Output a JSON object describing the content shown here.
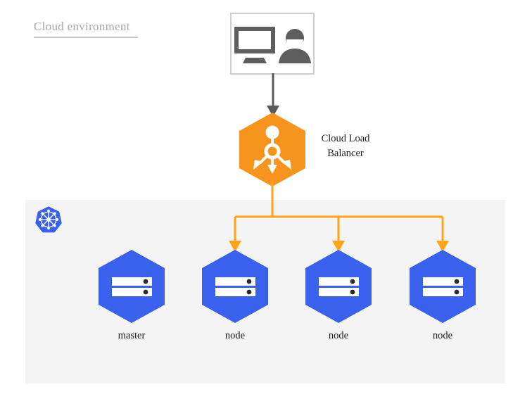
{
  "diagram": {
    "title": "Cloud environment",
    "platform_logo": "kubernetes-logo",
    "client": {
      "icon_monitor": "desktop-monitor-icon",
      "icon_user": "user-person-icon"
    },
    "load_balancer": {
      "label_line1": "Cloud Load",
      "label_line2": "Balancer",
      "icon": "load-balancer-icon",
      "color": "#F7941E"
    },
    "cluster": {
      "panel_color": "#F4F4F5",
      "node_color": "#3A61EE",
      "nodes": [
        {
          "label": "master",
          "icon": "server-icon",
          "has_inbound_arrow": false
        },
        {
          "label": "node",
          "icon": "server-icon",
          "has_inbound_arrow": true
        },
        {
          "label": "node",
          "icon": "server-icon",
          "has_inbound_arrow": true
        },
        {
          "label": "node",
          "icon": "server-icon",
          "has_inbound_arrow": true
        }
      ]
    },
    "connector_color": "#FFA419",
    "client_arrow_color": "#595959"
  }
}
